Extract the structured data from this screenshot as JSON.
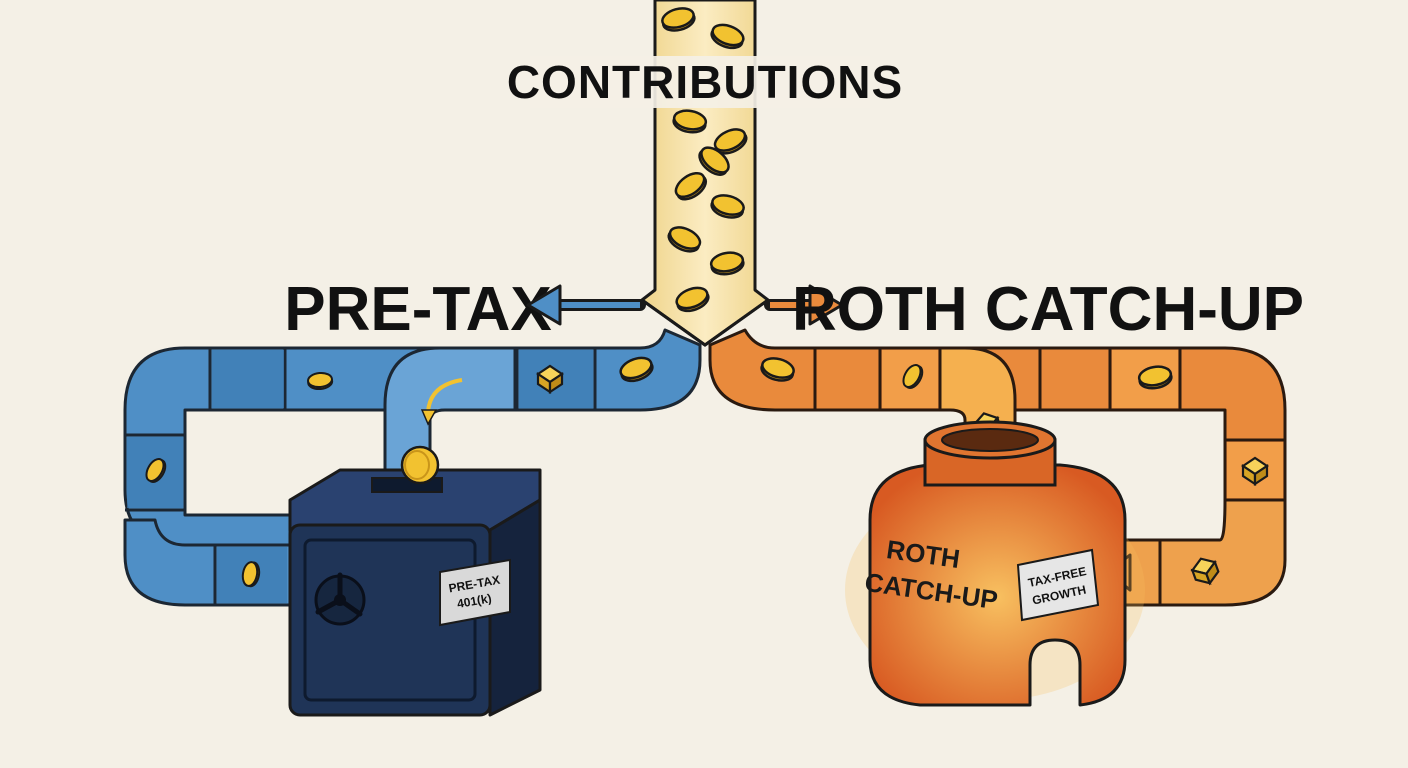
{
  "labels": {
    "contributions": "CONTRIBUTIONS",
    "pre_tax": "PRE-TAX",
    "roth_catch_up": "ROTH CATCH-UP"
  },
  "safe": {
    "tag_line1": "PRE-TAX",
    "tag_line2": "401(k)"
  },
  "jar": {
    "body_line1": "ROTH",
    "body_line2": "CATCH-UP",
    "tag_line1": "TAX-FREE",
    "tag_line2": "GROWTH"
  },
  "colors": {
    "background": "#f4f0e6",
    "pre_tax_blue": "#4f8fc6",
    "safe_navy": "#1f3457",
    "roth_orange": "#e98a3c",
    "jar_orange": "#e06a2c",
    "coin_gold": "#f2c230",
    "chute": "#f6e2a6"
  },
  "icons": {
    "coin": "coin-icon",
    "gold_block": "gold-block-icon",
    "arrow_left": "arrow-left-icon",
    "arrow_right": "arrow-right-icon",
    "safe_dial": "safe-dial-icon"
  }
}
